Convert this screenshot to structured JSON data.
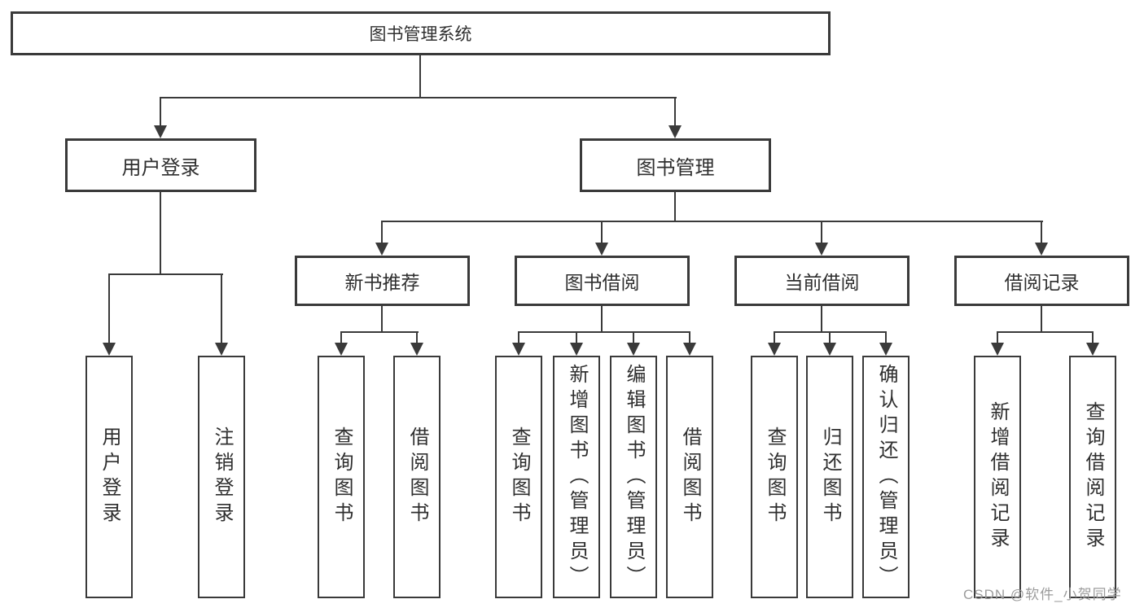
{
  "diagram": {
    "root": {
      "label": "图书管理系统"
    },
    "level2": [
      {
        "label": "用户登录"
      },
      {
        "label": "图书管理"
      }
    ],
    "level3": [
      {
        "label": "新书推荐"
      },
      {
        "label": "图书借阅"
      },
      {
        "label": "当前借阅"
      },
      {
        "label": "借阅记录"
      }
    ],
    "leaves": [
      {
        "label": "用户登录"
      },
      {
        "label": "注销登录"
      },
      {
        "label": "查询图书"
      },
      {
        "label": "借阅图书"
      },
      {
        "label": "查询图书"
      },
      {
        "label": "新增图书（管理员）"
      },
      {
        "label": "编辑图书（管理员）"
      },
      {
        "label": "借阅图书"
      },
      {
        "label": "查询图书"
      },
      {
        "label": "归还图书"
      },
      {
        "label": "确认归还（管理员）"
      },
      {
        "label": "新增借阅记录"
      },
      {
        "label": "查询借阅记录"
      }
    ]
  },
  "watermark": {
    "text": "CSDN @软件_小贺同学",
    "color": "#9c9c9c"
  },
  "colors": {
    "line": "#3a3a3a",
    "box_border": "#3a3a3a",
    "text": "#2f2f2f",
    "background": "#ffffff"
  }
}
